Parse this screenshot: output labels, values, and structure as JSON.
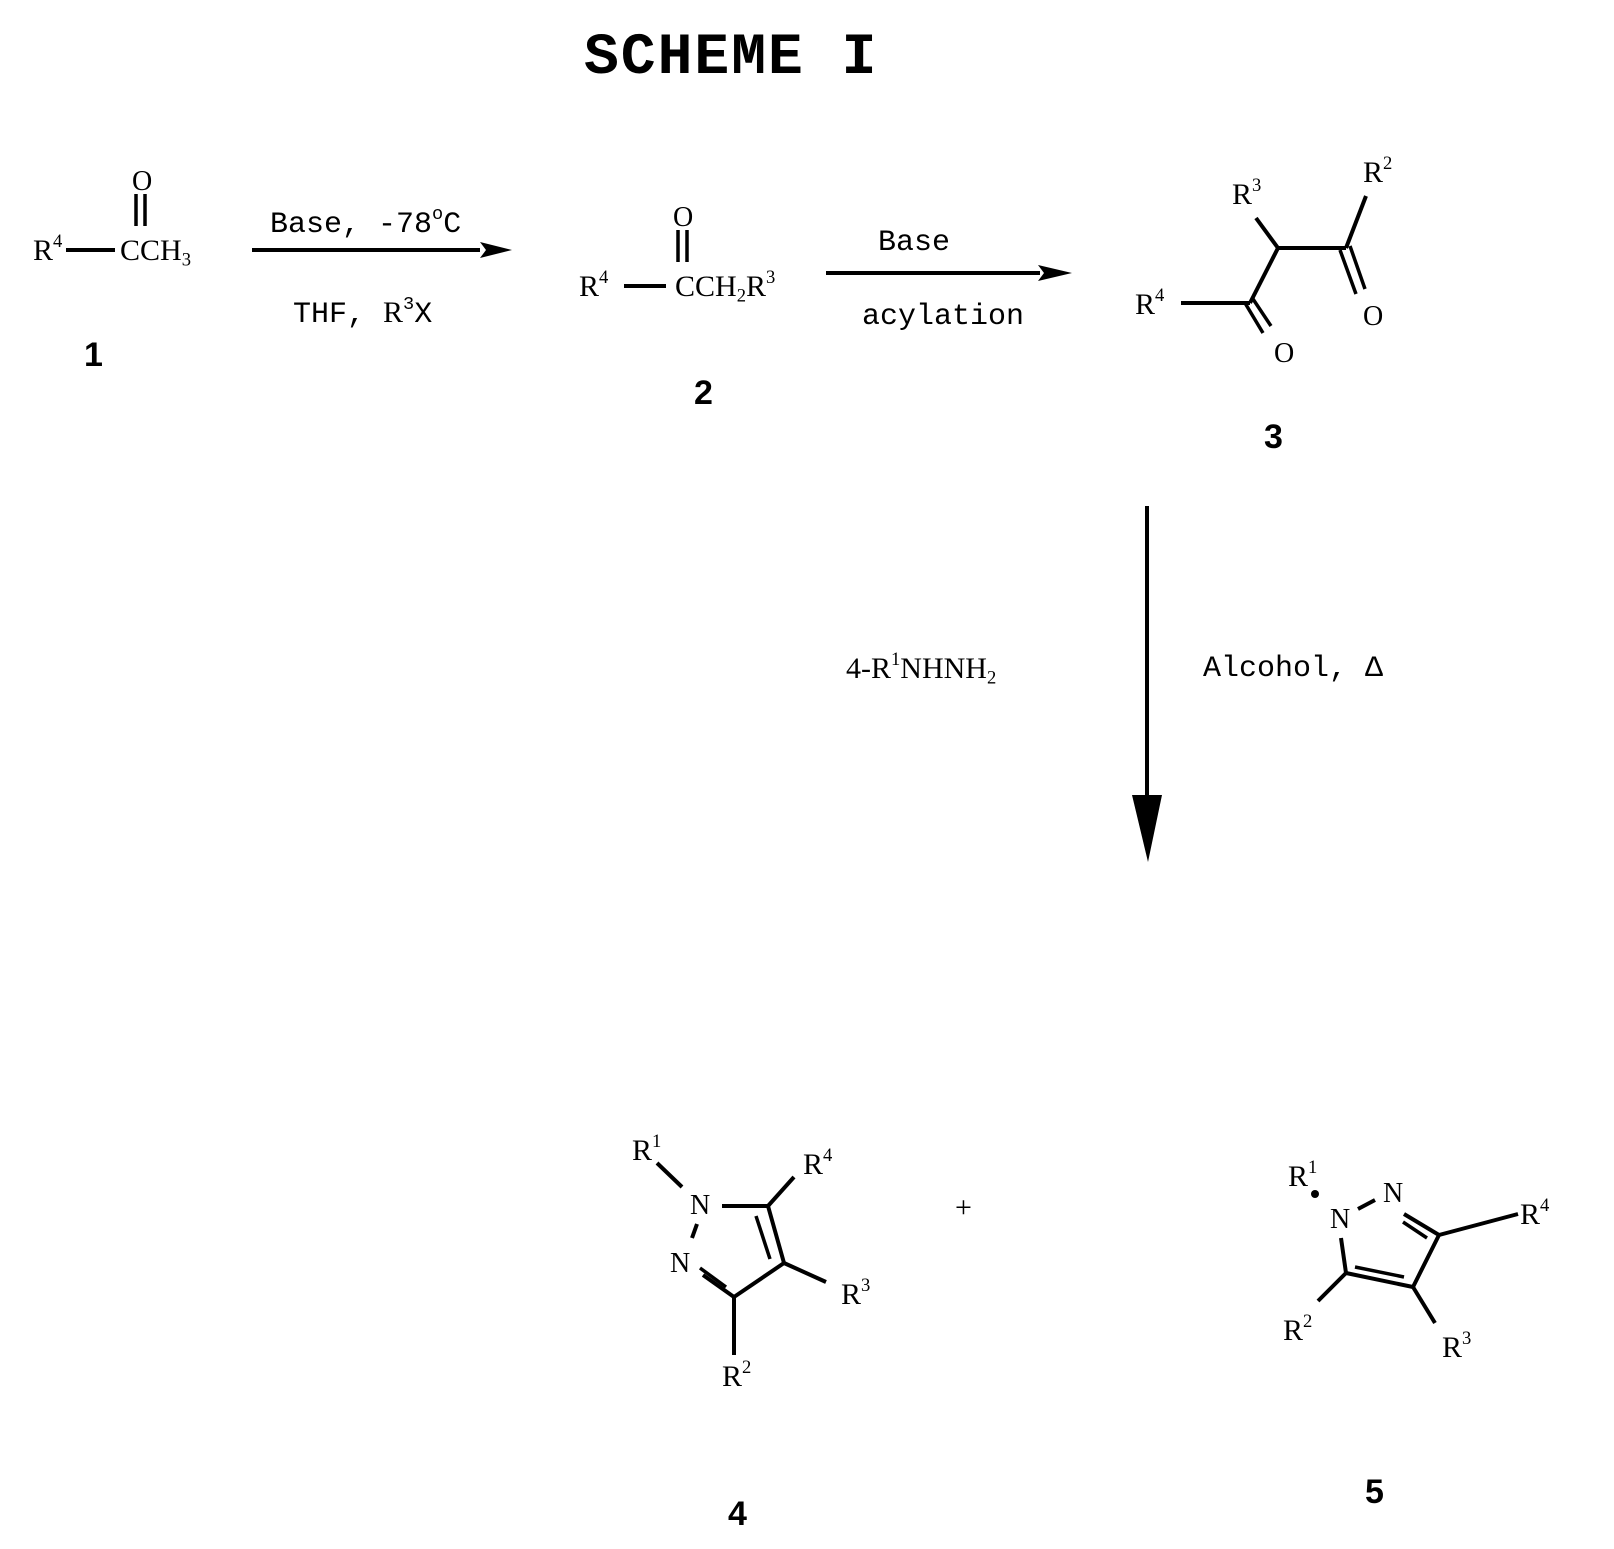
{
  "title": "SCHEME I",
  "compounds": {
    "c1": {
      "number": "1",
      "r_group": "R",
      "r_sup": "4",
      "carbonyl_o": "O",
      "group": "CCH",
      "group_sub": "3"
    },
    "c2": {
      "number": "2",
      "r_group": "R",
      "r_sup": "4",
      "carbonyl_o": "O",
      "group": "CCH",
      "group_sub": "2",
      "group_tail": "R",
      "group_tail_sup": "3"
    },
    "c3": {
      "number": "3",
      "r4": "R",
      "r4_sup": "4",
      "r3": "R",
      "r3_sup": "3",
      "r2": "R",
      "r2_sup": "2",
      "o1": "O",
      "o2": "O"
    },
    "c4": {
      "number": "4",
      "r1": "R",
      "r1_sup": "1",
      "r2": "R",
      "r2_sup": "2",
      "r3": "R",
      "r3_sup": "3",
      "r4": "R",
      "r4_sup": "4",
      "n1": "N",
      "n2": "N"
    },
    "c5": {
      "number": "5",
      "r1": "R",
      "r1_sup": "1",
      "r2": "R",
      "r2_sup": "2",
      "r3": "R",
      "r3_sup": "3",
      "r4": "R",
      "r4_sup": "4",
      "n1": "N",
      "n2": "N"
    }
  },
  "arrows": {
    "step1": {
      "above": "Base, -78",
      "above_deg": "o",
      "above_unit": "C",
      "below": "THF, ",
      "below_r": "R",
      "below_sup": "3",
      "below_tail": "X"
    },
    "step2": {
      "above": "Base",
      "below": "acylation"
    },
    "step3": {
      "left_prefix": "4-R",
      "left_sup": "1",
      "left_mid": "NHNH",
      "left_sub": "2",
      "right": "Alcohol, Δ"
    }
  },
  "plus": "+"
}
